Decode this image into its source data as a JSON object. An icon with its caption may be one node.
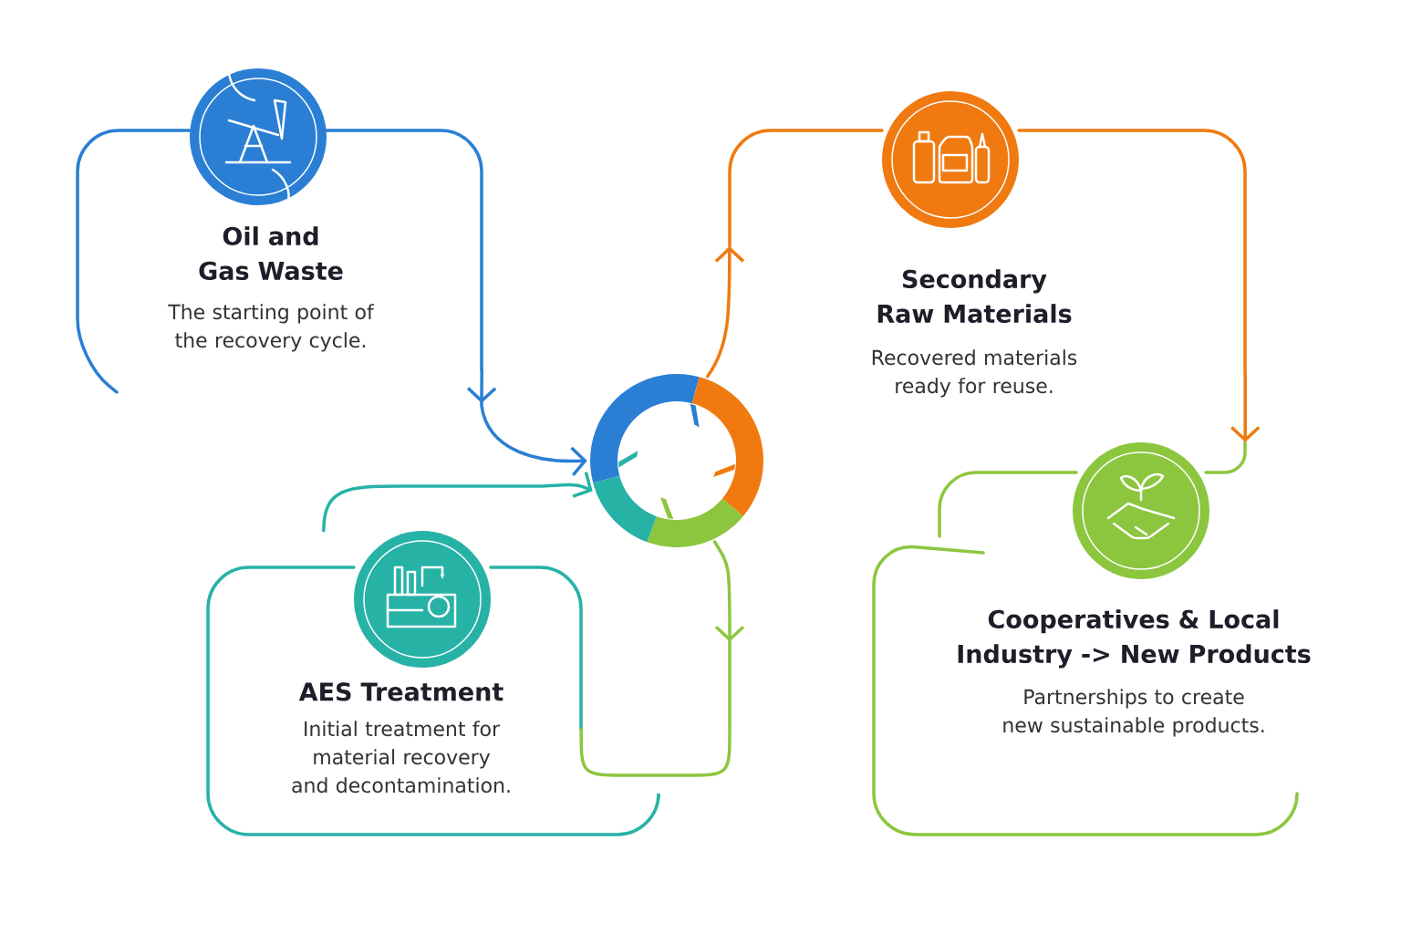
{
  "diagram": {
    "nodes": [
      {
        "text": [
          "Oil and Gas Waste",
          "The starting point of the recovery cycle."
        ]
      },
      {
        "text": [
          "Secondary Raw Materials",
          "Recovered materials ready for reuse."
        ]
      },
      {
        "text": [
          "AES Treatment",
          "Initial treatment for material recovery and decontamination."
        ]
      },
      {
        "text": [
          "Cooperatives & Local Industry -> New Products",
          "Partnerships to create new sustainable products."
        ]
      },
      {
        "text": [],
        "shape": "circle"
      }
    ],
    "edges": [
      {
        "from": 0,
        "to": 4,
        "arrow": "to",
        "color": "#2a7fd4"
      },
      {
        "from": 4,
        "to": 1,
        "arrow": "to"
      },
      {
        "from": 1,
        "to": 3,
        "arrow": "to"
      },
      {
        "from": 2,
        "to": 4,
        "arrow": "to",
        "color": "#27b2a6"
      },
      {
        "from": 4,
        "to": 2,
        "arrow": "to",
        "color": "#8cc63f"
      }
    ]
  }
}
